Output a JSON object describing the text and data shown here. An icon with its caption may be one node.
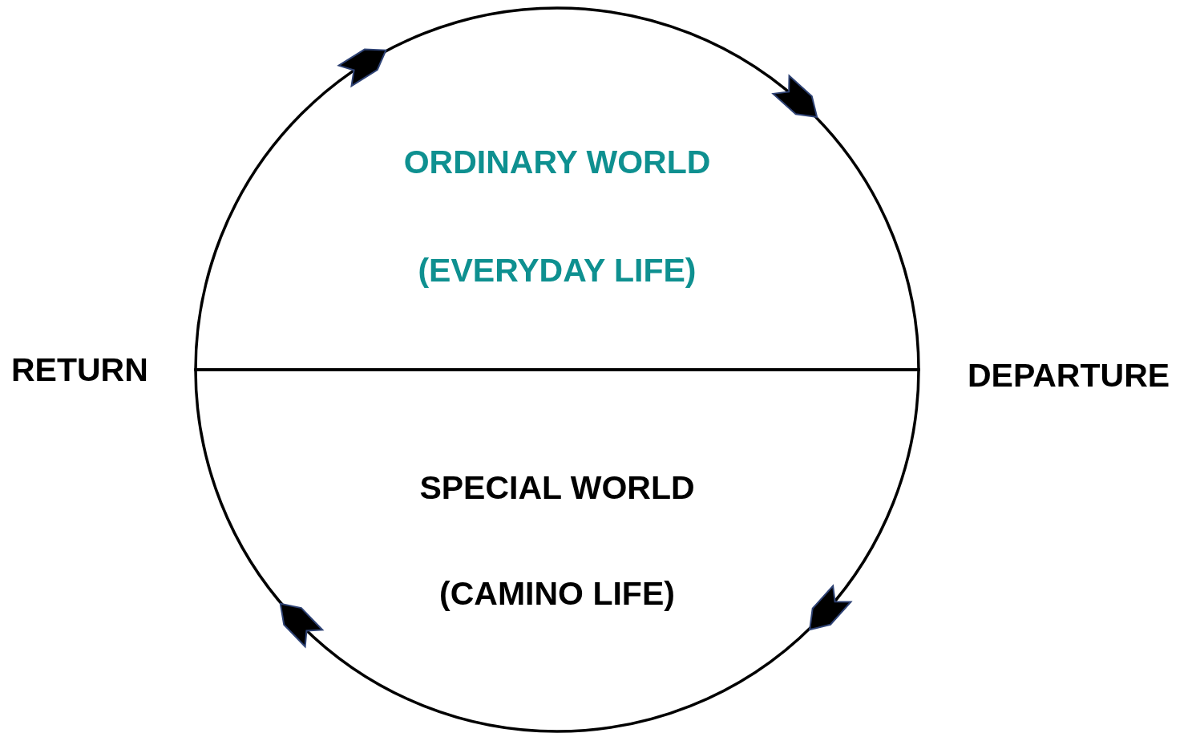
{
  "diagram": {
    "nodes": [
      {
        "text": [
          "ORDINARY WORLD",
          "(EVERYDAY LIFE)"
        ]
      },
      {
        "text": [
          "SPECIAL WORLD",
          "(CAMINO LIFE)"
        ]
      }
    ],
    "labels": [
      "RETURN",
      "DEPARTURE"
    ]
  }
}
